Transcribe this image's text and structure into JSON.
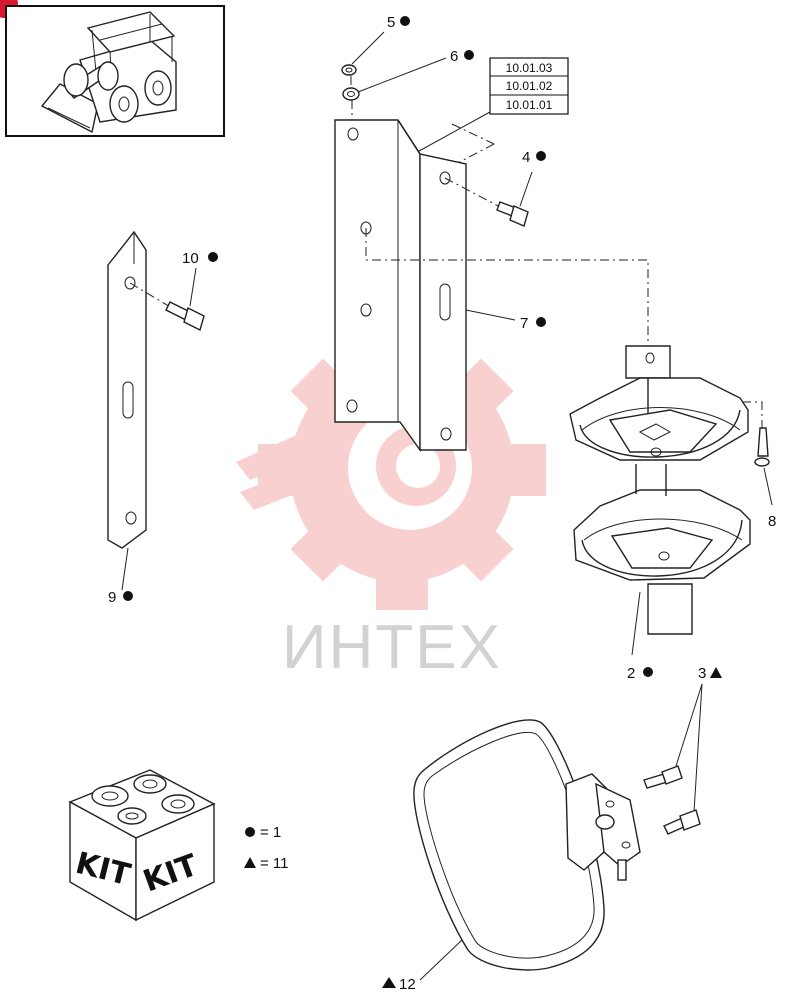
{
  "callouts": {
    "c2": "2",
    "c3": "3",
    "c4": "4",
    "c5": "5",
    "c6": "6",
    "c7": "7",
    "c8": "8",
    "c9": "9",
    "c10": "10",
    "c12": "12"
  },
  "ref_box": [
    "10.01.03",
    "10.01.02",
    "10.01.01"
  ],
  "legend": {
    "circle_value": "= 1",
    "triangle_value": "= 11"
  },
  "kit_label": "KIT",
  "watermark": "ИНТЕХ",
  "colors": {
    "watermark_logo": "#f8c8c8",
    "watermark_text": "#d2d2d2",
    "corner_badge": "#d9182e",
    "line": "#222222"
  },
  "icons": {
    "thumbnail": "skid-steer-loader-icon",
    "kit": "kit-box-icon",
    "watermark": "gear-logo-icon"
  }
}
